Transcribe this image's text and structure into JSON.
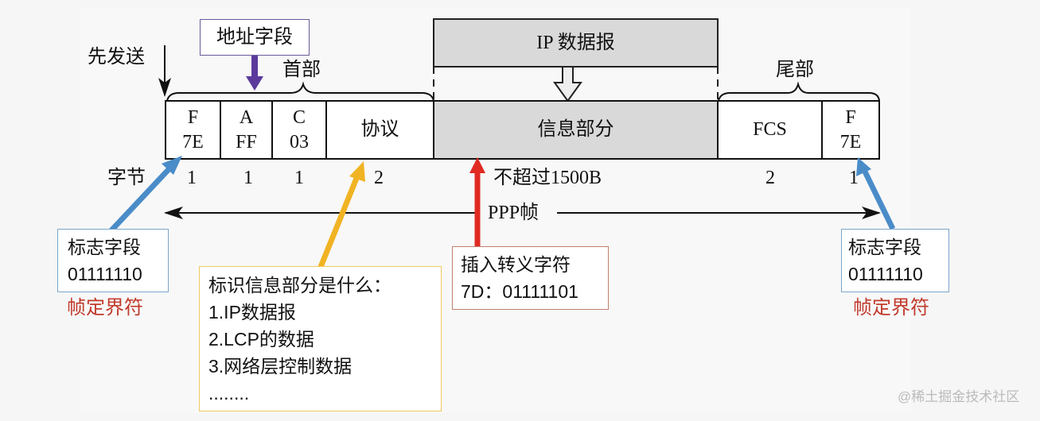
{
  "top": {
    "send_first": "先发送",
    "address_field": "地址字段",
    "header": "首部",
    "trailer": "尾部",
    "ip_datagram": "IP 数据报"
  },
  "cells": [
    {
      "name": "F",
      "value": "7E"
    },
    {
      "name": "A",
      "value": "FF"
    },
    {
      "name": "C",
      "value": "03"
    },
    {
      "name": "协议",
      "value": ""
    },
    {
      "name": "信息部分",
      "value": ""
    },
    {
      "name": "FCS",
      "value": ""
    },
    {
      "name": "F",
      "value": "7E"
    }
  ],
  "bytes": {
    "label": "字节",
    "values": [
      "1",
      "1",
      "1",
      "2",
      "不超过1500B",
      "2",
      "1"
    ]
  },
  "frame_label": "PPP帧",
  "left_flag": {
    "title": "标志字段",
    "bits": "01111110",
    "note": "帧定界符"
  },
  "right_flag": {
    "title": "标志字段",
    "bits": "01111110",
    "note": "帧定界符"
  },
  "protocol_note": {
    "title": "标识信息部分是什么：",
    "items": [
      "1.IP数据报",
      "2.LCP的数据",
      "3.网络层控制数据",
      "........"
    ]
  },
  "escape_note": {
    "title": "插入转义字符",
    "value": "7D：01111101"
  },
  "watermark": "@稀土掘金技术社区",
  "colors": {
    "blue": "#4a8cc8",
    "yellow": "#f0b323",
    "red": "#e02a22",
    "purple": "#5b3a9c",
    "gray": "#d9d9d9",
    "note_red": "#c0392b"
  }
}
